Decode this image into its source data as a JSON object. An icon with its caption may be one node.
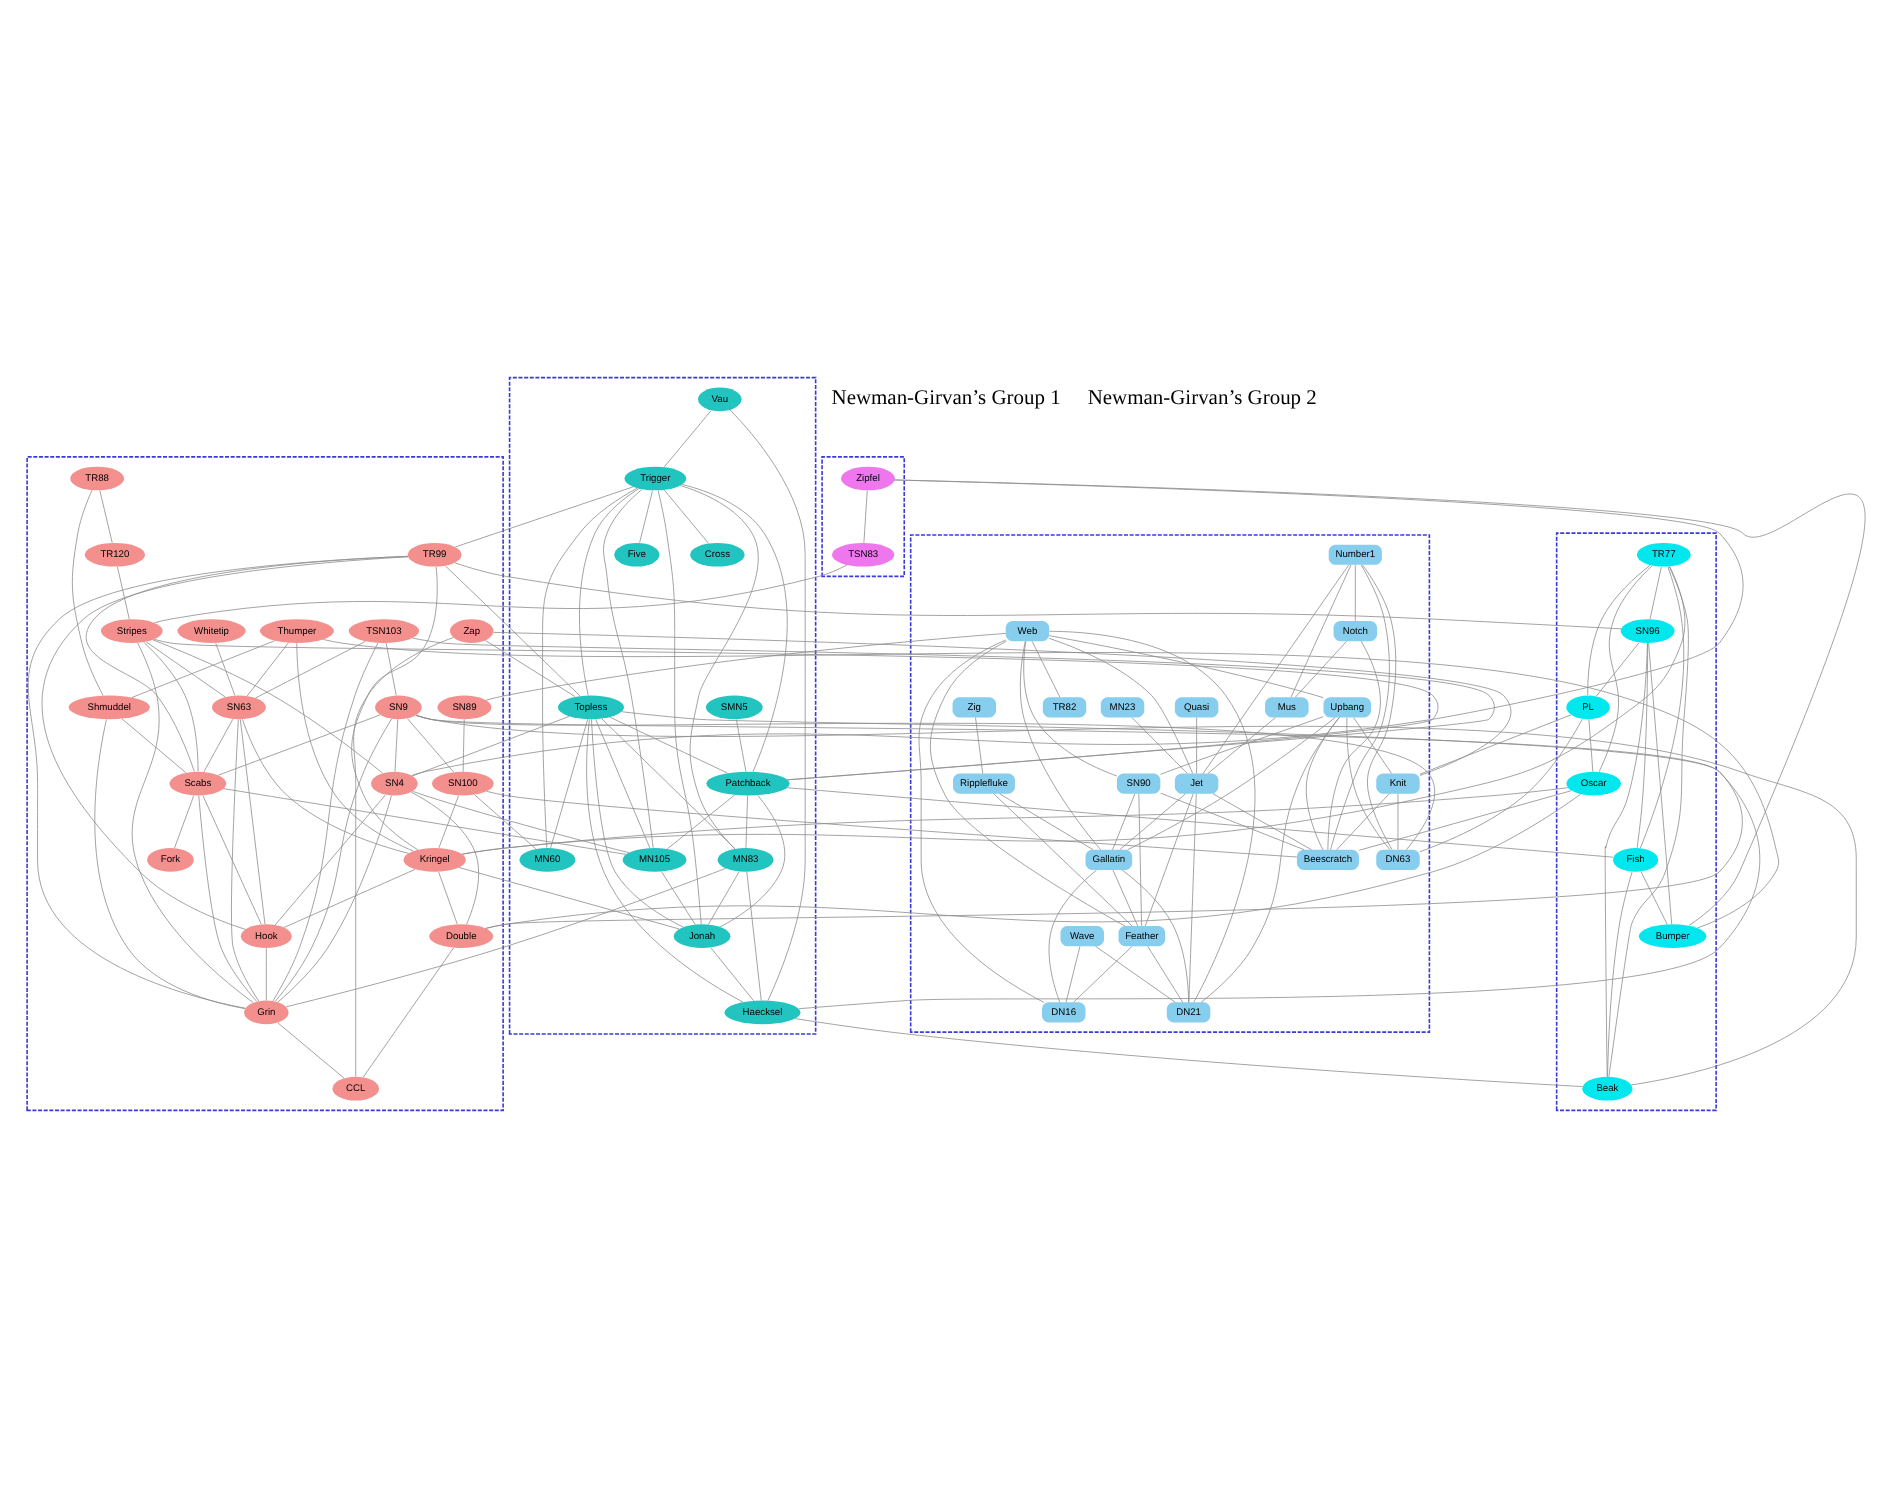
{
  "diagram": {
    "nodes": [
      {
        "text": [],
        "shape": "box"
      },
      {
        "text": [
          "Zipfel"
        ],
        "in": 0
      },
      {
        "text": [
          "TSN83"
        ],
        "in": 0
      },
      {
        "text": [],
        "shape": "box"
      },
      {
        "text": [
          "Bumper"
        ],
        "in": 3
      },
      {
        "text": [
          "SN96"
        ],
        "in": 3
      },
      {
        "text": [
          "Fish"
        ],
        "in": 3
      },
      {
        "text": [
          "TR77"
        ],
        "in": 3
      },
      {
        "text": [
          "Beak"
        ],
        "in": 3
      },
      {
        "text": [
          "PL"
        ],
        "in": 3
      },
      {
        "text": [
          "Oscar"
        ],
        "in": 3
      },
      {
        "text": [],
        "shape": "box"
      },
      {
        "text": [
          "Whitetip"
        ],
        "in": 11
      },
      {
        "text": [
          "Shmuddel"
        ],
        "in": 11
      },
      {
        "text": [
          "TR88"
        ],
        "in": 11
      },
      {
        "text": [
          "Thumper"
        ],
        "in": 11
      },
      {
        "text": [
          "SN63"
        ],
        "in": 11
      },
      {
        "text": [
          "TR120"
        ],
        "in": 11
      },
      {
        "text": [
          "Hook"
        ],
        "in": 11
      },
      {
        "text": [
          "Grin"
        ],
        "in": 11
      },
      {
        "text": [
          "Stripes"
        ],
        "in": 11
      },
      {
        "text": [
          "Kringel"
        ],
        "in": 11
      },
      {
        "text": [
          "SN4"
        ],
        "in": 11
      },
      {
        "text": [
          "Fork"
        ],
        "in": 11
      },
      {
        "text": [
          "SN9"
        ],
        "in": 11
      },
      {
        "text": [
          "TR99"
        ],
        "in": 11
      },
      {
        "text": [
          "Double"
        ],
        "in": 11
      },
      {
        "text": [
          "CCL"
        ],
        "in": 11
      },
      {
        "text": [
          "TSN103"
        ],
        "in": 11
      },
      {
        "text": [
          "Scabs"
        ],
        "in": 11
      },
      {
        "text": [
          "SN100"
        ],
        "in": 11
      },
      {
        "text": [
          "SN89"
        ],
        "in": 11
      },
      {
        "text": [
          "Zap"
        ],
        "in": 11
      },
      {
        "text": [],
        "shape": "box"
      },
      {
        "text": [
          "Patchback"
        ],
        "in": 33
      },
      {
        "text": [
          "Jonah"
        ],
        "in": 33
      },
      {
        "text": [
          "SMN5"
        ],
        "in": 33
      },
      {
        "text": [
          "MN83"
        ],
        "in": 33
      },
      {
        "text": [
          "Topless"
        ],
        "in": 33
      },
      {
        "text": [
          "MN105"
        ],
        "in": 33
      },
      {
        "text": [
          "Trigger"
        ],
        "in": 33
      },
      {
        "text": [
          "Haecksel"
        ],
        "in": 33
      },
      {
        "text": [
          "Five"
        ],
        "in": 33
      },
      {
        "text": [
          "Vau"
        ],
        "in": 33
      },
      {
        "text": [
          "MN60"
        ],
        "in": 33
      },
      {
        "text": [
          "Cross"
        ],
        "in": 33
      },
      {
        "text": [],
        "shape": "box"
      },
      {
        "text": [
          "Number1"
        ],
        "in": 46
      },
      {
        "text": [
          "DN63"
        ],
        "in": 46
      },
      {
        "text": [
          "Knit"
        ],
        "in": 46
      },
      {
        "text": [
          "Mus"
        ],
        "in": 46
      },
      {
        "text": [
          "Upbang"
        ],
        "in": 46
      },
      {
        "text": [
          "Beescratch"
        ],
        "in": 46
      },
      {
        "text": [
          "Quasi"
        ],
        "in": 46
      },
      {
        "text": [
          "Web"
        ],
        "in": 46
      },
      {
        "text": [
          "SN90"
        ],
        "in": 46
      },
      {
        "text": [
          "MN23"
        ],
        "in": 46
      },
      {
        "text": [
          "Notch"
        ],
        "in": 46
      },
      {
        "text": [
          "Gallatin"
        ],
        "in": 46
      },
      {
        "text": [
          "Wave"
        ],
        "in": 46
      },
      {
        "text": [
          "Jet"
        ],
        "in": 46
      },
      {
        "text": [
          "Ripplefluke"
        ],
        "in": 46
      },
      {
        "text": [
          "DN16"
        ],
        "in": 46
      },
      {
        "text": [
          "TR82"
        ],
        "in": 46
      },
      {
        "text": [
          "Zig"
        ],
        "in": 46
      },
      {
        "text": [
          "Feather"
        ],
        "in": 46
      },
      {
        "text": [
          "DN21"
        ],
        "in": 46
      }
    ],
    "edges": [
      {
        "from": 26,
        "to": 27,
        "arrow": "none"
      },
      {
        "from": 65,
        "to": 62,
        "arrow": "none"
      },
      {
        "from": 65,
        "to": 66,
        "arrow": "none"
      },
      {
        "from": 6,
        "to": 8,
        "arrow": "none"
      },
      {
        "from": 6,
        "to": 4,
        "arrow": "none"
      },
      {
        "from": 58,
        "to": 62,
        "arrow": "none"
      },
      {
        "from": 58,
        "to": 66,
        "arrow": "none"
      },
      {
        "from": 58,
        "to": 65,
        "arrow": "none"
      },
      {
        "from": 19,
        "to": 27,
        "arrow": "none"
      },
      {
        "from": 41,
        "to": 8,
        "arrow": "none"
      },
      {
        "from": 18,
        "to": 19,
        "arrow": "none"
      },
      {
        "from": 60,
        "to": 52,
        "arrow": "none"
      },
      {
        "from": 60,
        "to": 66,
        "arrow": "none"
      },
      {
        "from": 60,
        "to": 65,
        "arrow": "none"
      },
      {
        "from": 60,
        "to": 58,
        "arrow": "none"
      },
      {
        "from": 35,
        "to": 41,
        "arrow": "none"
      },
      {
        "from": 49,
        "to": 52,
        "arrow": "none"
      },
      {
        "from": 49,
        "to": 48,
        "arrow": "none"
      },
      {
        "from": 21,
        "to": 26,
        "arrow": "none"
      },
      {
        "from": 21,
        "to": 18,
        "arrow": "none"
      },
      {
        "from": 21,
        "to": 35,
        "arrow": "none"
      },
      {
        "from": 39,
        "to": 35,
        "arrow": "none"
      },
      {
        "from": 56,
        "to": 60,
        "arrow": "none"
      },
      {
        "from": 37,
        "to": 19,
        "arrow": "none"
      },
      {
        "from": 37,
        "to": 41,
        "arrow": "none"
      },
      {
        "from": 37,
        "to": 35,
        "arrow": "none"
      },
      {
        "from": 50,
        "to": 60,
        "arrow": "none"
      },
      {
        "from": 57,
        "to": 52,
        "arrow": "none"
      },
      {
        "from": 57,
        "to": 50,
        "arrow": "none"
      },
      {
        "from": 47,
        "to": 52,
        "arrow": "none"
      },
      {
        "from": 47,
        "to": 48,
        "arrow": "none"
      },
      {
        "from": 47,
        "to": 60,
        "arrow": "none"
      },
      {
        "from": 47,
        "to": 50,
        "arrow": "none"
      },
      {
        "from": 47,
        "to": 57,
        "arrow": "none"
      },
      {
        "from": 10,
        "to": 52,
        "arrow": "none"
      },
      {
        "from": 10,
        "to": 26,
        "arrow": "none"
      },
      {
        "from": 10,
        "to": 21,
        "arrow": "none"
      },
      {
        "from": 34,
        "to": 6,
        "arrow": "none"
      },
      {
        "from": 34,
        "to": 35,
        "arrow": "none"
      },
      {
        "from": 34,
        "to": 39,
        "arrow": "none"
      },
      {
        "from": 34,
        "to": 37,
        "arrow": "none"
      },
      {
        "from": 9,
        "to": 48,
        "arrow": "none"
      },
      {
        "from": 9,
        "to": 49,
        "arrow": "none"
      },
      {
        "from": 9,
        "to": 10,
        "arrow": "none"
      },
      {
        "from": 53,
        "to": 60,
        "arrow": "none"
      },
      {
        "from": 61,
        "to": 65,
        "arrow": "none"
      },
      {
        "from": 61,
        "to": 58,
        "arrow": "none"
      },
      {
        "from": 29,
        "to": 23,
        "arrow": "none"
      },
      {
        "from": 29,
        "to": 19,
        "arrow": "none"
      },
      {
        "from": 29,
        "to": 18,
        "arrow": "none"
      },
      {
        "from": 29,
        "to": 39,
        "arrow": "none"
      },
      {
        "from": 13,
        "to": 19,
        "arrow": "none"
      },
      {
        "from": 13,
        "to": 29,
        "arrow": "none"
      },
      {
        "from": 36,
        "to": 34,
        "arrow": "none"
      },
      {
        "from": 30,
        "to": 52,
        "arrow": "none"
      },
      {
        "from": 30,
        "to": 21,
        "arrow": "none"
      },
      {
        "from": 30,
        "to": 44,
        "arrow": "none"
      },
      {
        "from": 22,
        "to": 26,
        "arrow": "none"
      },
      {
        "from": 22,
        "to": 19,
        "arrow": "none"
      },
      {
        "from": 22,
        "to": 18,
        "arrow": "none"
      },
      {
        "from": 22,
        "to": 39,
        "arrow": "none"
      },
      {
        "from": 16,
        "to": 19,
        "arrow": "none"
      },
      {
        "from": 16,
        "to": 18,
        "arrow": "none"
      },
      {
        "from": 16,
        "to": 21,
        "arrow": "none"
      },
      {
        "from": 16,
        "to": 29,
        "arrow": "none"
      },
      {
        "from": 31,
        "to": 30,
        "arrow": "none"
      },
      {
        "from": 24,
        "to": 8,
        "arrow": "none"
      },
      {
        "from": 24,
        "to": 48,
        "arrow": "none"
      },
      {
        "from": 24,
        "to": 19,
        "arrow": "none"
      },
      {
        "from": 24,
        "to": 41,
        "arrow": "none"
      },
      {
        "from": 24,
        "to": 29,
        "arrow": "none"
      },
      {
        "from": 24,
        "to": 30,
        "arrow": "none"
      },
      {
        "from": 24,
        "to": 22,
        "arrow": "none"
      },
      {
        "from": 55,
        "to": 52,
        "arrow": "none"
      },
      {
        "from": 55,
        "to": 65,
        "arrow": "none"
      },
      {
        "from": 55,
        "to": 58,
        "arrow": "none"
      },
      {
        "from": 5,
        "to": 8,
        "arrow": "none"
      },
      {
        "from": 5,
        "to": 4,
        "arrow": "none"
      },
      {
        "from": 5,
        "to": 6,
        "arrow": "none"
      },
      {
        "from": 5,
        "to": 9,
        "arrow": "none"
      },
      {
        "from": 20,
        "to": 19,
        "arrow": "none"
      },
      {
        "from": 20,
        "to": 34,
        "arrow": "none"
      },
      {
        "from": 20,
        "to": 29,
        "arrow": "none"
      },
      {
        "from": 20,
        "to": 22,
        "arrow": "none"
      },
      {
        "from": 20,
        "to": 16,
        "arrow": "none"
      },
      {
        "from": 15,
        "to": 4,
        "arrow": "none"
      },
      {
        "from": 15,
        "to": 21,
        "arrow": "none"
      },
      {
        "from": 15,
        "to": 13,
        "arrow": "none"
      },
      {
        "from": 15,
        "to": 16,
        "arrow": "none"
      },
      {
        "from": 38,
        "to": 26,
        "arrow": "none"
      },
      {
        "from": 38,
        "to": 41,
        "arrow": "none"
      },
      {
        "from": 38,
        "to": 35,
        "arrow": "none"
      },
      {
        "from": 38,
        "to": 39,
        "arrow": "none"
      },
      {
        "from": 38,
        "to": 44,
        "arrow": "none"
      },
      {
        "from": 38,
        "to": 37,
        "arrow": "none"
      },
      {
        "from": 38,
        "to": 34,
        "arrow": "none"
      },
      {
        "from": 38,
        "to": 22,
        "arrow": "none"
      },
      {
        "from": 17,
        "to": 20,
        "arrow": "none"
      },
      {
        "from": 7,
        "to": 8,
        "arrow": "none"
      },
      {
        "from": 7,
        "to": 6,
        "arrow": "none"
      },
      {
        "from": 7,
        "to": 21,
        "arrow": "none"
      },
      {
        "from": 7,
        "to": 10,
        "arrow": "none"
      },
      {
        "from": 7,
        "to": 9,
        "arrow": "none"
      },
      {
        "from": 7,
        "to": 5,
        "arrow": "none"
      },
      {
        "from": 14,
        "to": 13,
        "arrow": "none"
      },
      {
        "from": 14,
        "to": 17,
        "arrow": "none"
      },
      {
        "from": 25,
        "to": 19,
        "arrow": "none"
      },
      {
        "from": 25,
        "to": 18,
        "arrow": "none"
      },
      {
        "from": 25,
        "to": 21,
        "arrow": "none"
      },
      {
        "from": 25,
        "to": 29,
        "arrow": "none"
      },
      {
        "from": 25,
        "to": 5,
        "arrow": "none"
      },
      {
        "from": 25,
        "to": 38,
        "arrow": "none"
      },
      {
        "from": 40,
        "to": 45,
        "arrow": "none"
      },
      {
        "from": 40,
        "to": 42,
        "arrow": "none"
      },
      {
        "from": 40,
        "to": 35,
        "arrow": "none"
      },
      {
        "from": 40,
        "to": 39,
        "arrow": "none"
      },
      {
        "from": 40,
        "to": 44,
        "arrow": "none"
      },
      {
        "from": 40,
        "to": 37,
        "arrow": "none"
      },
      {
        "from": 40,
        "to": 34,
        "arrow": "none"
      },
      {
        "from": 40,
        "to": 38,
        "arrow": "none"
      },
      {
        "from": 40,
        "to": 25,
        "arrow": "none"
      },
      {
        "from": 28,
        "to": 19,
        "arrow": "none"
      },
      {
        "from": 28,
        "to": 34,
        "arrow": "none"
      },
      {
        "from": 28,
        "to": 16,
        "arrow": "none"
      },
      {
        "from": 28,
        "to": 24,
        "arrow": "none"
      },
      {
        "from": 2,
        "to": 20,
        "arrow": "none"
      },
      {
        "from": 51,
        "to": 52,
        "arrow": "none"
      },
      {
        "from": 51,
        "to": 66,
        "arrow": "none"
      },
      {
        "from": 51,
        "to": 48,
        "arrow": "none"
      },
      {
        "from": 51,
        "to": 58,
        "arrow": "none"
      },
      {
        "from": 51,
        "to": 49,
        "arrow": "none"
      },
      {
        "from": 51,
        "to": 55,
        "arrow": "none"
      },
      {
        "from": 43,
        "to": 41,
        "arrow": "none"
      },
      {
        "from": 43,
        "to": 40,
        "arrow": "none"
      },
      {
        "from": 59,
        "to": 62,
        "arrow": "none"
      },
      {
        "from": 59,
        "to": 66,
        "arrow": "none"
      },
      {
        "from": 54,
        "to": 62,
        "arrow": "none"
      },
      {
        "from": 54,
        "to": 66,
        "arrow": "none"
      },
      {
        "from": 54,
        "to": 65,
        "arrow": "none"
      },
      {
        "from": 54,
        "to": 58,
        "arrow": "none"
      },
      {
        "from": 54,
        "to": 60,
        "arrow": "none"
      },
      {
        "from": 54,
        "to": 31,
        "arrow": "none"
      },
      {
        "from": 54,
        "to": 55,
        "arrow": "none"
      },
      {
        "from": 54,
        "to": 63,
        "arrow": "none"
      },
      {
        "from": 54,
        "to": 51,
        "arrow": "none"
      },
      {
        "from": 12,
        "to": 16,
        "arrow": "none"
      },
      {
        "from": 32,
        "to": 27,
        "arrow": "none"
      },
      {
        "from": 32,
        "to": 49,
        "arrow": "none"
      },
      {
        "from": 32,
        "to": 38,
        "arrow": "none"
      },
      {
        "from": 64,
        "to": 61,
        "arrow": "none"
      },
      {
        "from": 1,
        "to": 4,
        "arrow": "none"
      },
      {
        "from": 1,
        "to": 22,
        "arrow": "none"
      },
      {
        "from": 1,
        "to": 2,
        "arrow": "none"
      }
    ],
    "labels": [
      "Newman-Girvan’s Group 1",
      "Newman-Girvan’s Group 2"
    ]
  }
}
